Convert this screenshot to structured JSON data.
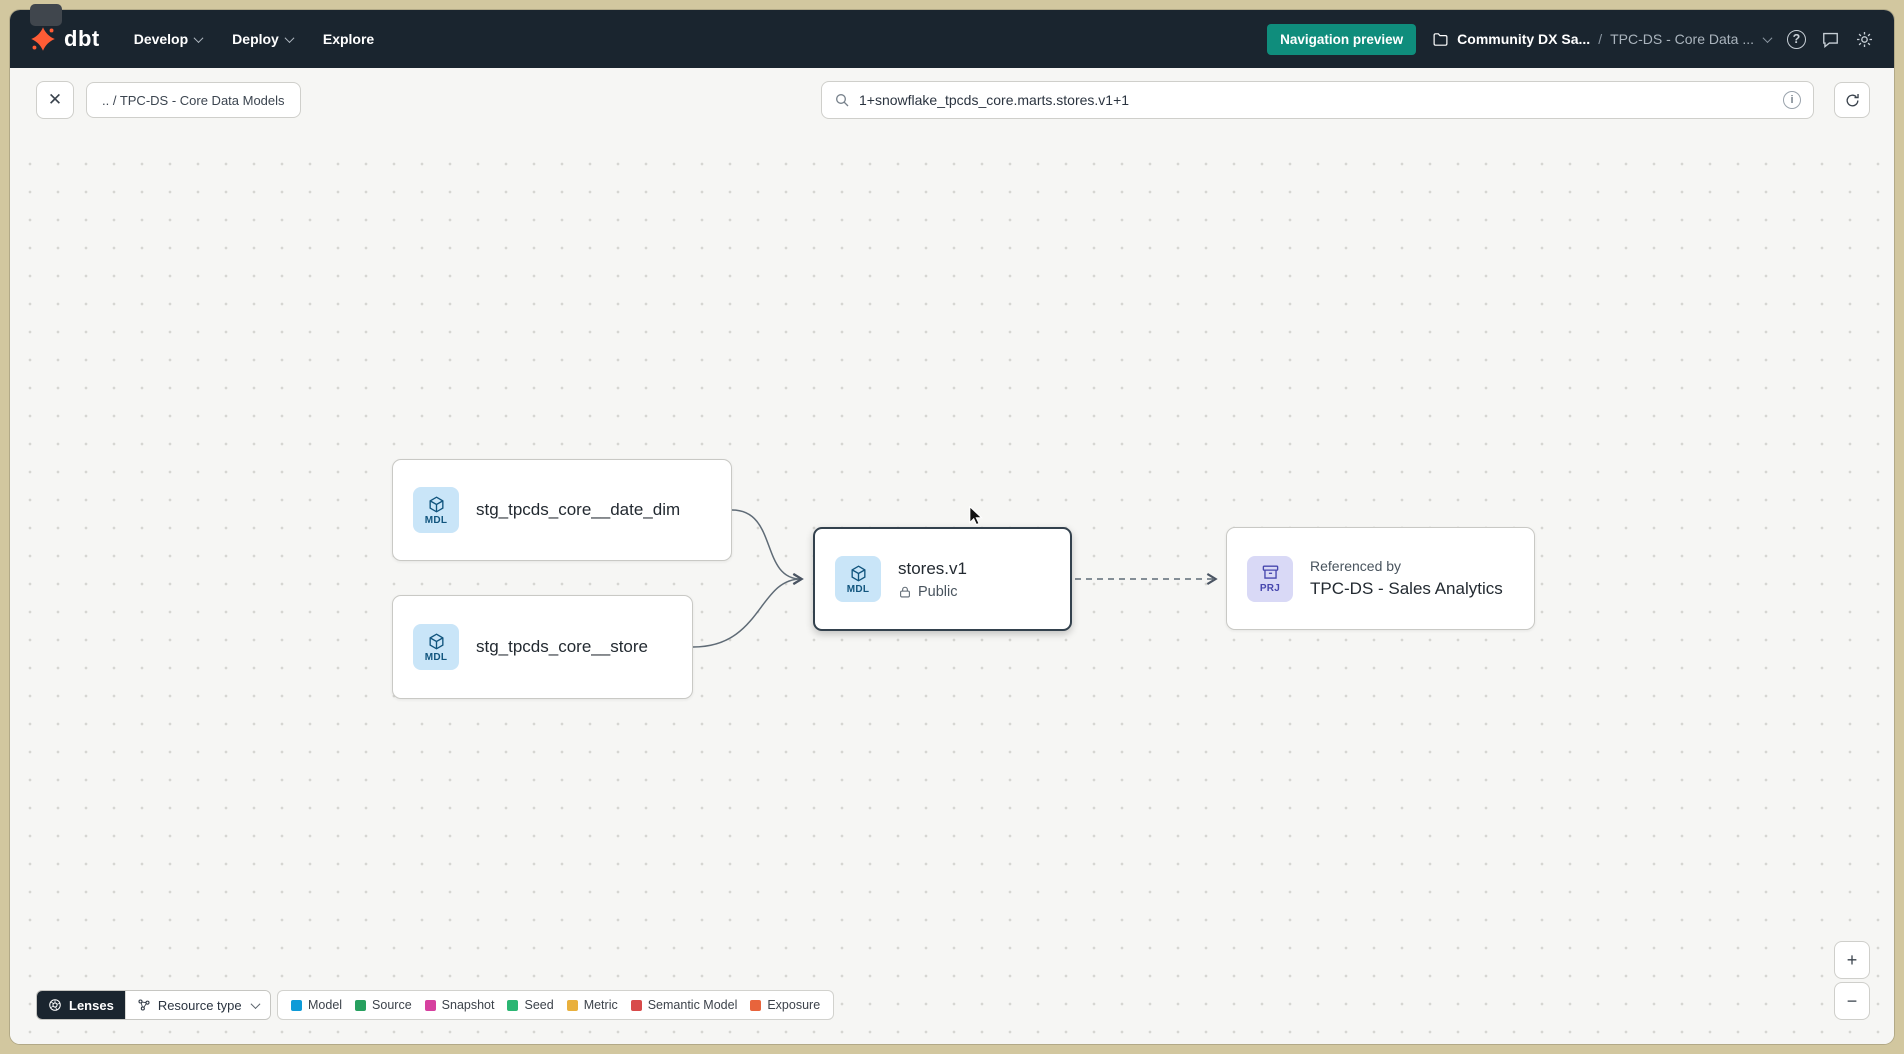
{
  "navbar": {
    "logo_text": "dbt",
    "menu": [
      {
        "label": "Develop"
      },
      {
        "label": "Deploy"
      },
      {
        "label": "Explore"
      }
    ],
    "navigation_preview_label": "Navigation preview",
    "account_label": "Community DX Sa...",
    "separator": "/",
    "project_label": "TPC-DS - Core Data ...",
    "accent_teal": "#0f8d7c",
    "bar_color": "#1a252f",
    "logo_orange": "#ff5c35"
  },
  "toolbar": {
    "breadcrumb_label": ".. / TPC-DS - Core Data Models",
    "search_value": "1+snowflake_tpcds_core.marts.stores.v1+1"
  },
  "graph": {
    "nodes": {
      "date_dim": {
        "badge": "MDL",
        "title": "stg_tpcds_core__date_dim"
      },
      "store": {
        "badge": "MDL",
        "title": "stg_tpcds_core__store"
      },
      "stores_v1": {
        "badge": "MDL",
        "title": "stores.v1",
        "visibility": "Public"
      },
      "referenced": {
        "badge": "PRJ",
        "caption": "Referenced by",
        "title": "TPC-DS - Sales Analytics"
      }
    }
  },
  "footer": {
    "lenses_label": "Lenses",
    "resource_type_label": "Resource type",
    "legend": [
      {
        "label": "Model",
        "color": "#0e9bd8"
      },
      {
        "label": "Source",
        "color": "#27a05f"
      },
      {
        "label": "Snapshot",
        "color": "#d6409f"
      },
      {
        "label": "Seed",
        "color": "#2bb673"
      },
      {
        "label": "Metric",
        "color": "#e9b03d"
      },
      {
        "label": "Semantic Model",
        "color": "#d84a4a"
      },
      {
        "label": "Exposure",
        "color": "#e8643c"
      }
    ]
  },
  "zoom": {
    "zoom_in": "+",
    "zoom_out": "−"
  },
  "icons": {
    "close": "✕",
    "help": "?",
    "info": "i"
  }
}
